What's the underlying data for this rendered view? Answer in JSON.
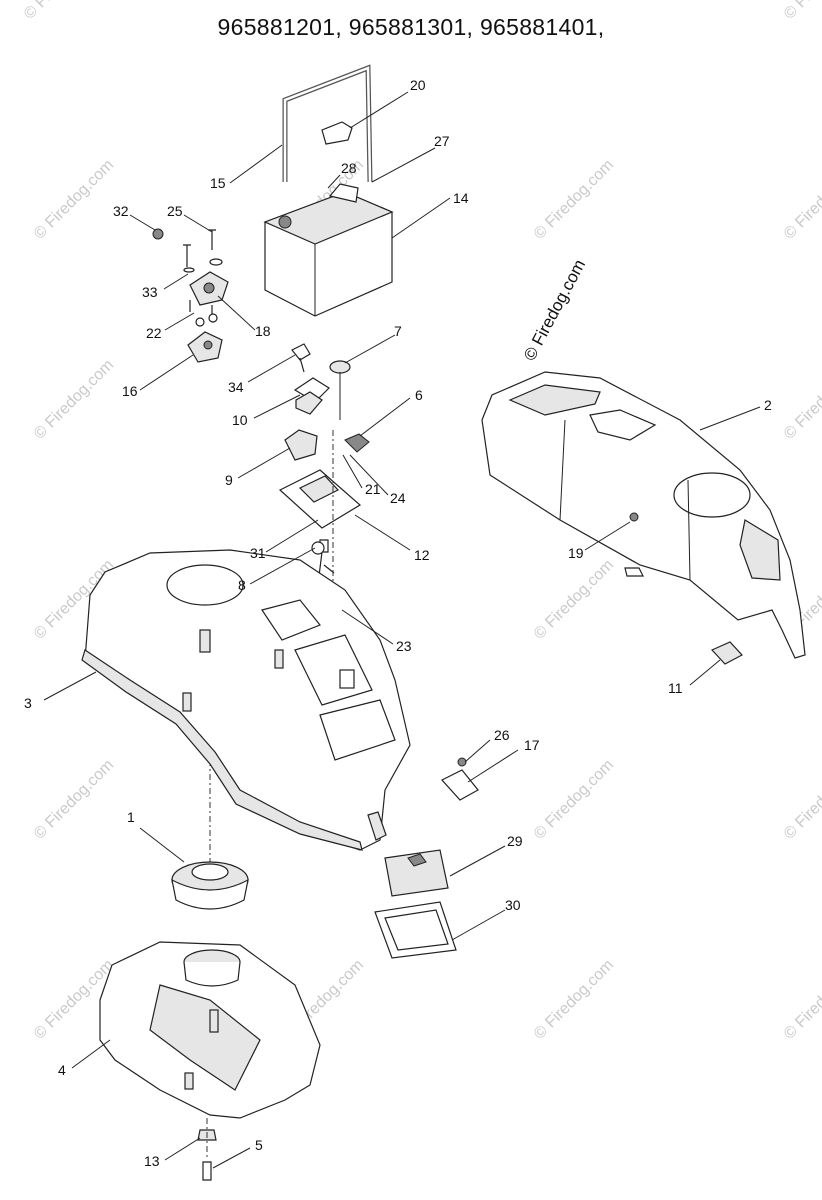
{
  "title": "965881201, 965881301, 965881401,",
  "brand": "© Firedog.com",
  "watermark": "© Firedog.com",
  "callouts": [
    "1",
    "2",
    "3",
    "4",
    "5",
    "6",
    "7",
    "8",
    "9",
    "10",
    "11",
    "12",
    "13",
    "14",
    "15",
    "16",
    "17",
    "18",
    "19",
    "20",
    "21",
    "22",
    "23",
    "24",
    "25",
    "26",
    "27",
    "28",
    "29",
    "30",
    "31",
    "32",
    "33",
    "34"
  ]
}
